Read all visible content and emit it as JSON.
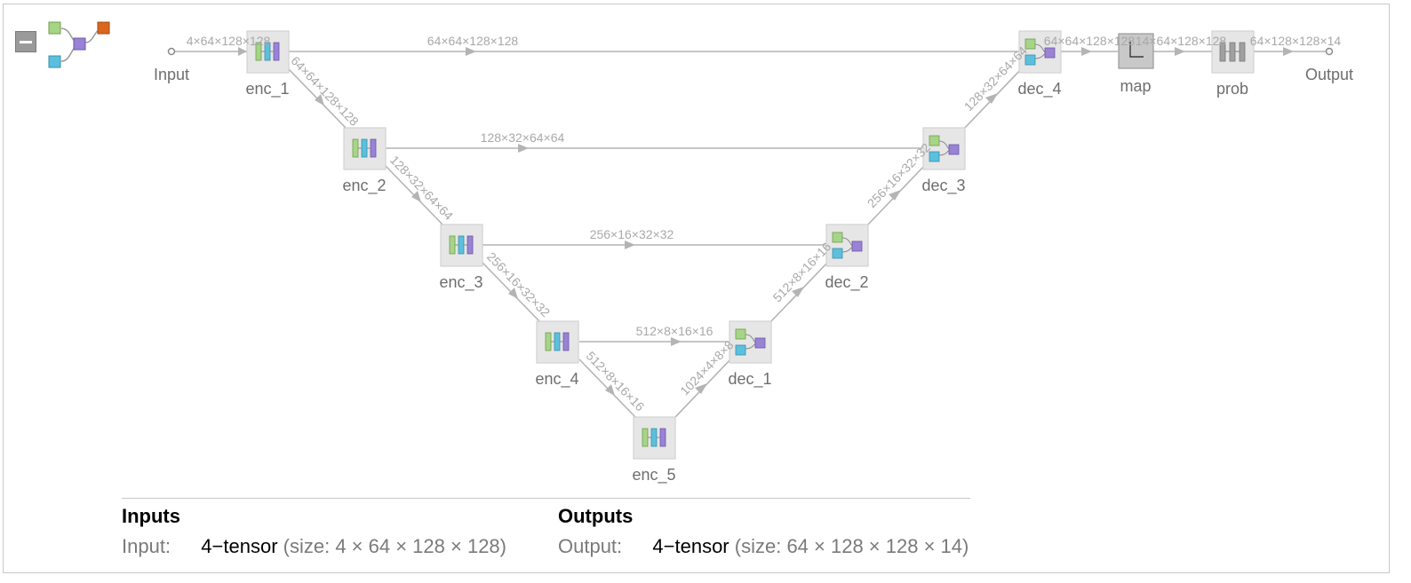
{
  "colors": {
    "green": "#a6d586",
    "cyan": "#5bc0de",
    "purple": "#9a82d6",
    "orange": "#d9671f",
    "node_box": "#e6e6e6",
    "edge": "#b4b4b4"
  },
  "icons": {
    "collapse": "minus-square-icon",
    "network": "network-graph-icon"
  },
  "ports": {
    "input": "Input",
    "output": "Output"
  },
  "nodes": {
    "enc_1": "enc_1",
    "enc_2": "enc_2",
    "enc_3": "enc_3",
    "enc_4": "enc_4",
    "enc_5": "enc_5",
    "dec_1": "dec_1",
    "dec_2": "dec_2",
    "dec_3": "dec_3",
    "dec_4": "dec_4",
    "map": "map",
    "prob": "prob"
  },
  "edges": {
    "input_enc1": "4×64×128×128",
    "enc1_dec4": "64×64×128×128",
    "enc1_enc2": "64×64×128×128",
    "enc2_dec3": "128×32×64×64",
    "enc2_enc3": "128×32×64×64",
    "enc3_dec2": "256×16×32×32",
    "enc3_enc4": "256×16×32×32",
    "enc4_dec1": "512×8×16×16",
    "enc4_enc5": "512×8×16×16",
    "enc5_dec1": "1024×4×8×8",
    "dec1_dec2": "512×8×16×16",
    "dec2_dec3": "256×16×32×32",
    "dec3_dec4": "128×32×64×64",
    "dec4_map": "64×64×128×128",
    "map_prob": "14×64×128×128",
    "prob_output": "64×128×128×14"
  },
  "summary": {
    "inputs_title": "Inputs",
    "outputs_title": "Outputs",
    "input_name": "Input:",
    "input_type": "4−tensor",
    "input_size": "(size: 4 × 64 × 128 × 128)",
    "output_name": "Output:",
    "output_type": "4−tensor",
    "output_size": "(size: 64 × 128 × 128 × 14)"
  }
}
